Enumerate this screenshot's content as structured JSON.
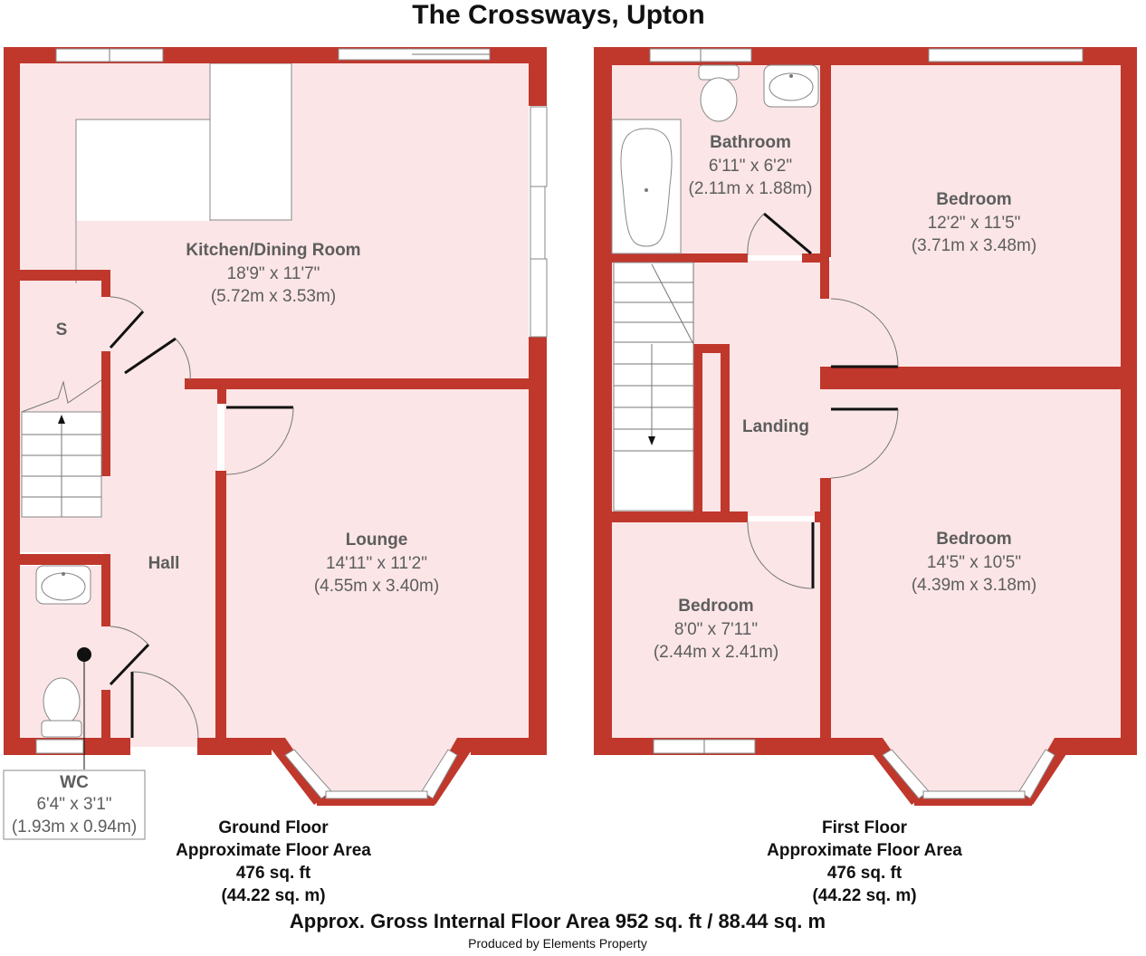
{
  "title": "The Crossways, Upton",
  "colors": {
    "wall": "#c0372c",
    "room_fill": "#fbe5e6",
    "text_room": "#5d5d5d",
    "text_label": "#111111"
  },
  "rooms": {
    "kitchen": {
      "name": "Kitchen/Dining Room",
      "imperial": "18'9\" x 11'7\"",
      "metric": "(5.72m x 3.53m)"
    },
    "store": {
      "name": "S"
    },
    "hall": {
      "name": "Hall"
    },
    "lounge": {
      "name": "Lounge",
      "imperial": "14'11\" x 11'2\"",
      "metric": "(4.55m x 3.40m)"
    },
    "wc": {
      "name": "WC",
      "imperial": "6'4\" x 3'1\"",
      "metric": "(1.93m x 0.94m)"
    },
    "bathroom": {
      "name": "Bathroom",
      "imperial": "6'11\" x 6'2\"",
      "metric": "(2.11m x 1.88m)"
    },
    "bedroom1": {
      "name": "Bedroom",
      "imperial": "12'2\" x 11'5\"",
      "metric": "(3.71m x 3.48m)"
    },
    "landing": {
      "name": "Landing"
    },
    "bedroom2": {
      "name": "Bedroom",
      "imperial": "14'5\" x 10'5\"",
      "metric": "(4.39m x 3.18m)"
    },
    "bedroom3": {
      "name": "Bedroom",
      "imperial": "8'0\" x 7'11\"",
      "metric": "(2.44m x 2.41m)"
    }
  },
  "floors": {
    "ground": {
      "name": "Ground Floor",
      "line2": "Approximate Floor Area",
      "sqft": "476 sq. ft",
      "sqm": "(44.22 sq. m)"
    },
    "first": {
      "name": "First Floor",
      "line2": "Approximate Floor Area",
      "sqft": "476 sq. ft",
      "sqm": "(44.22 sq. m)"
    }
  },
  "total": "Approx. Gross Internal Floor Area 952 sq. ft / 88.44 sq. m",
  "credit": "Produced by Elements Property"
}
